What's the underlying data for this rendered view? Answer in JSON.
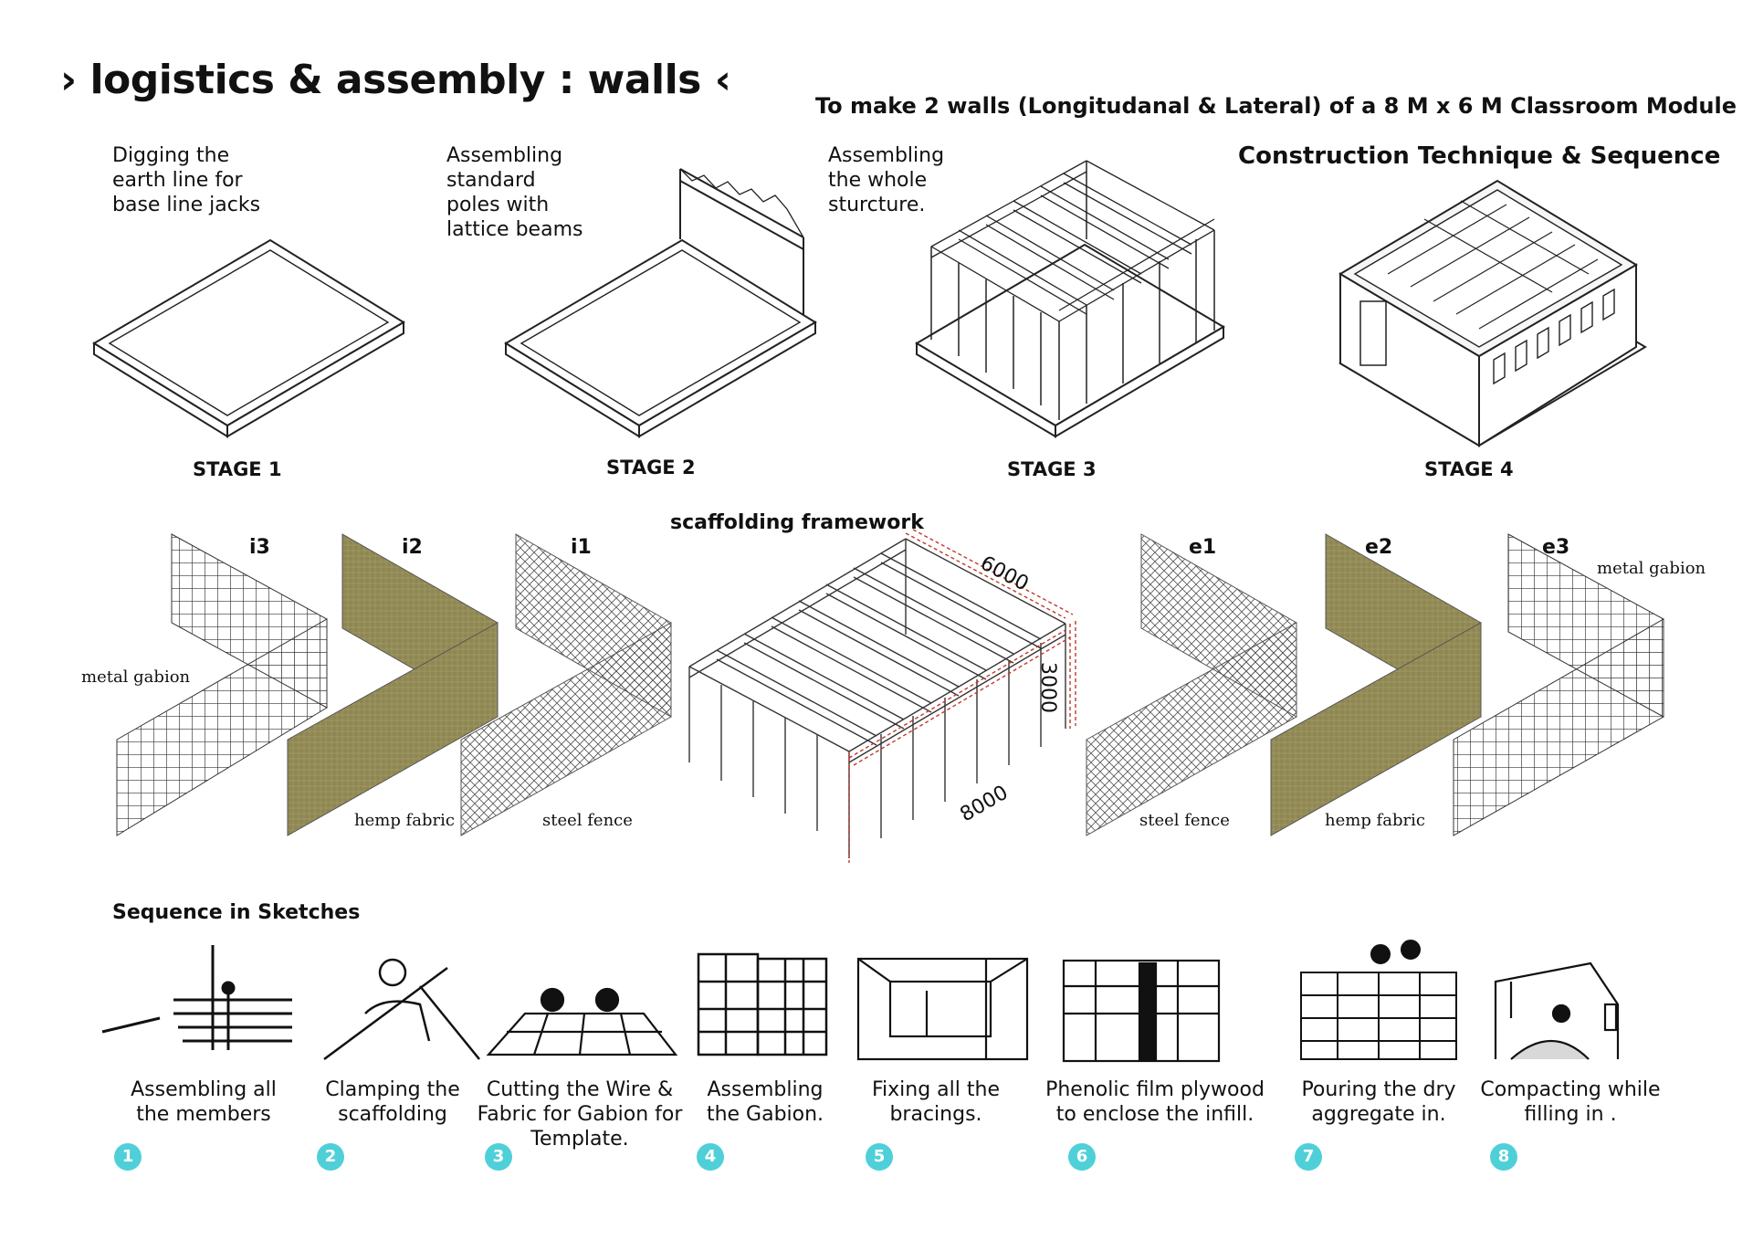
{
  "header": {
    "title": "› logistics & assembly : walls ‹",
    "subtitle": "To make 2 walls (Longitudanal & Lateral)  of a 8 M x 6 M  Classroom Module",
    "technique_title": "Construction Technique & Sequence"
  },
  "stages": [
    {
      "label": "STAGE 1",
      "description": "Digging the\nearth line for\nbase line jacks"
    },
    {
      "label": "STAGE 2",
      "description": "Assembling\nstandard\npoles with\nlattice beams"
    },
    {
      "label": "STAGE 3",
      "description": "Assembling\nthe whole\nsturcture."
    },
    {
      "label": "STAGE 4",
      "description": ""
    }
  ],
  "panels": {
    "interior": [
      {
        "id": "i3",
        "material": "metal gabion"
      },
      {
        "id": "i2",
        "material": "hemp fabric"
      },
      {
        "id": "i1",
        "material": "steel fence"
      }
    ],
    "exterior": [
      {
        "id": "e1",
        "material": "steel fence"
      },
      {
        "id": "e2",
        "material": "hemp fabric"
      },
      {
        "id": "e3",
        "material": "metal gabion"
      }
    ]
  },
  "scaffolding": {
    "title": "scaffolding framework",
    "dimensions": {
      "width": "6000",
      "height": "3000",
      "length": "8000"
    }
  },
  "sequence": {
    "title": "Sequence in Sketches",
    "steps": [
      {
        "number": "1",
        "caption": "Assembling all\nthe members"
      },
      {
        "number": "2",
        "caption": "Clamping the\nscaffolding"
      },
      {
        "number": "3",
        "caption": "Cutting  the  Wire  &\nFabric for Gabion for\nTemplate."
      },
      {
        "number": "4",
        "caption": "Assembling\nthe Gabion."
      },
      {
        "number": "5",
        "caption": "Fixing all the\nbracings."
      },
      {
        "number": "6",
        "caption": "Phenolic film plywood\nto enclose the infill."
      },
      {
        "number": "7",
        "caption": "Pouring   the   dry\naggregate in."
      },
      {
        "number": "8",
        "caption": "Compacting while\nfilling in ."
      }
    ]
  },
  "colors": {
    "accent": "#4fd0d8",
    "hemp": "#8f8753",
    "dimension": "#c0392b",
    "ink": "#111111"
  }
}
